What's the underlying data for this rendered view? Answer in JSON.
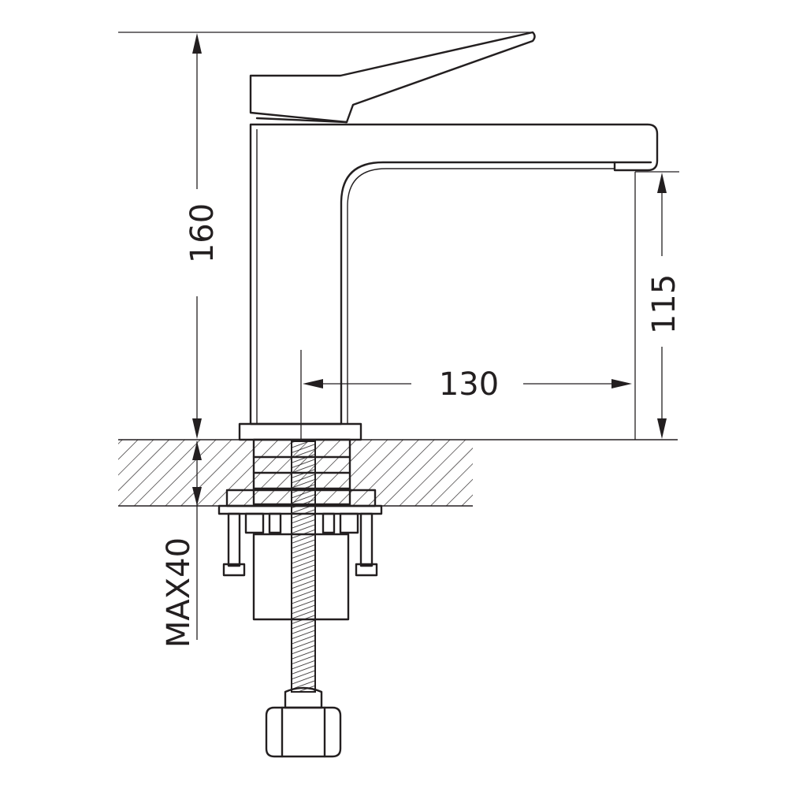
{
  "dimensions": {
    "height_total": "160",
    "spout_height": "115",
    "spout_reach": "130",
    "max_thickness": "MAX40"
  },
  "colors": {
    "line": "#231f20",
    "background": "#ffffff"
  }
}
